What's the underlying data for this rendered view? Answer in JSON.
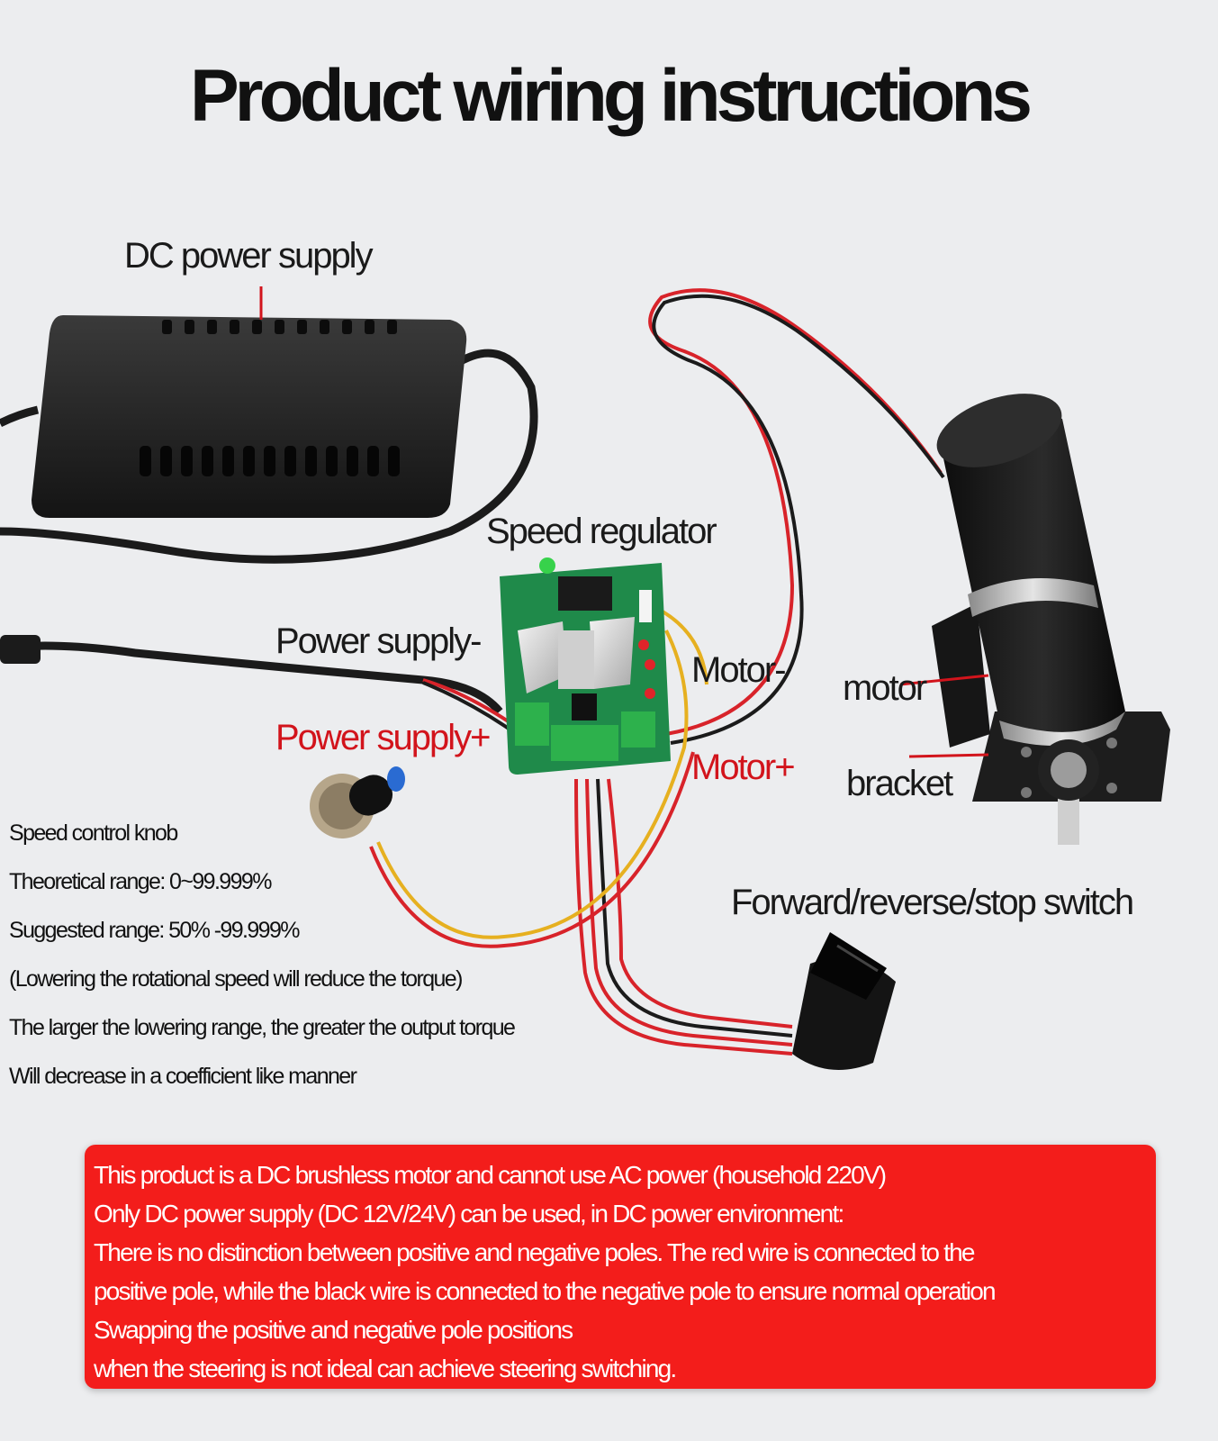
{
  "title": "Product wiring instructions",
  "labels": {
    "dc_power_supply": "DC power supply",
    "speed_regulator": "Speed regulator",
    "power_supply_minus": "Power supply-",
    "power_supply_plus": "Power supply+",
    "motor_minus": "Motor-",
    "motor_plus": "Motor+",
    "motor": "motor",
    "bracket": "bracket",
    "switch": "Forward/reverse/stop switch"
  },
  "notes": [
    "Speed control knob",
    "Theoretical range: 0~99.999%",
    "Suggested range: 50% -99.999%",
    "(Lowering the rotational speed will reduce the torque)",
    "The larger the lowering range, the greater the output torque",
    "Will decrease in a coefficient like manner"
  ],
  "warning": [
    "This product is a DC brushless motor and cannot use AC power (household 220V)",
    "Only DC power supply (DC 12V/24V) can be used, in DC power environment:",
    "There is no distinction between positive and negative poles. The red wire is connected to the",
    "positive pole, while the black wire is connected to the negative pole to ensure normal operation",
    "Swapping the positive and negative pole positions",
    "when the steering is not ideal can achieve steering switching."
  ],
  "colors": {
    "background": "#ecedef",
    "label_red": "#d2141c",
    "warning_bg": "#f31d1b",
    "wire_red": "#d8232a",
    "wire_black": "#1b1b1b",
    "wire_yellow": "#e6b020",
    "pcb_green": "#1f8a4a"
  }
}
